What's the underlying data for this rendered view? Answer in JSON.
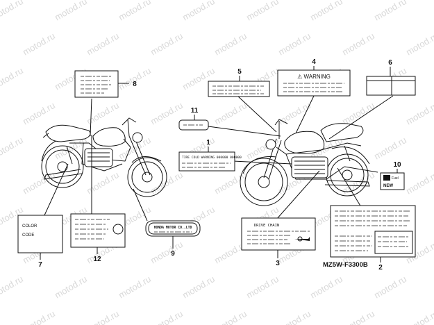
{
  "watermark": {
    "text": "motod.ru",
    "color": "#d9d9d9"
  },
  "diagram_code": "MZ5W-F3300B",
  "callouts": [
    "1",
    "2",
    "3",
    "4",
    "5",
    "6",
    "7",
    "8",
    "9",
    "10",
    "11",
    "12"
  ],
  "labels": {
    "warning": {
      "title": "⚠ WARNING"
    },
    "color_code": {
      "line1": "COLOR",
      "line2": "CODE"
    },
    "tire_info": {
      "text": "TIRE COLD WARNING 000000 000000"
    },
    "drive_chain": {
      "title": "DRIVE CHAIN"
    },
    "honda": {
      "text": "HONDA MOTOR CO.,LTD"
    },
    "emission": {
      "line1": "Fuel",
      "line2": "NEW"
    }
  },
  "colors": {
    "ink": "#111111",
    "paper": "#ffffff"
  }
}
